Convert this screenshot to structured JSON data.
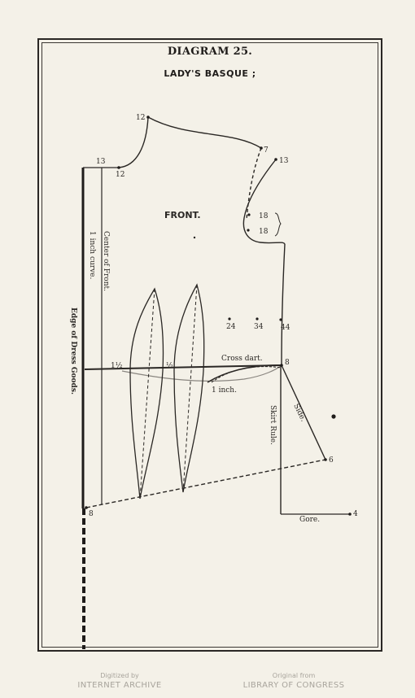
{
  "title": "DIAGRAM 25.",
  "subtitle": "LADY'S BASQUE ;",
  "labels": {
    "front": "FRONT.",
    "center_of_front": "Center of Front.",
    "one_inch_curve": "1 inch curve.",
    "edge_of_dress_goods": "Edge of Dress Goods.",
    "cross_dart": "Cross dart.",
    "one_inch": "1 inch.",
    "skirt_rule": "Skirt Rule.",
    "side": "Side.",
    "gore": "Gore.",
    "one_and_half": "1½",
    "half": "½"
  },
  "points": {
    "p12_top": "12",
    "p7": "7",
    "p13_right": "13",
    "p13_left": "13",
    "p12_left": "12",
    "p18_a": "18",
    "p18_b": "18",
    "p24": "24",
    "p34": "34",
    "p44": "44",
    "p8_right": "8",
    "p6": "6",
    "p4": "4",
    "p8_left": "8"
  },
  "footer": {
    "left_small": "Digitized by",
    "left_big": "INTERNET ARCHIVE",
    "right_small": "Original from",
    "right_big": "LIBRARY OF CONGRESS"
  }
}
